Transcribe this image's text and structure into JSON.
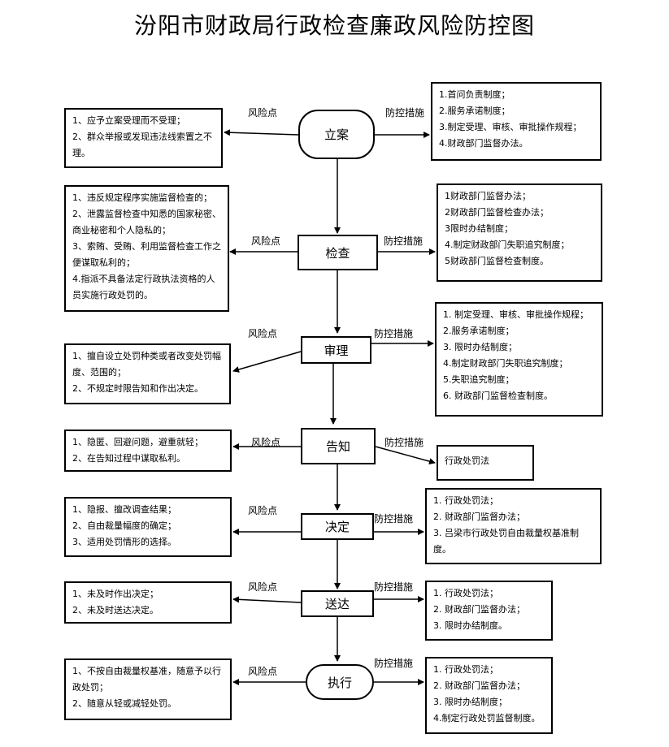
{
  "title": "汾阳市财政局行政检查廉政风险防控图",
  "labels": {
    "risk": "风险点",
    "control": "防控措施"
  },
  "steps": [
    {
      "name": "立案",
      "risks": [
        "1、应予立案受理而不受理；",
        "2、群众举报或发现违法线索置之不理。"
      ],
      "controls": [
        "1.首问负责制度；",
        "2.服务承诺制度；",
        "3.制定受理、审核、审批操作规程；",
        "4.财政部门监督办法。"
      ]
    },
    {
      "name": "检查",
      "risks": [
        "1、违反规定程序实施监督检查的；",
        "2、泄露监督检查中知悉的国家秘密、商业秘密和个人隐私的；",
        "3、索贿、受贿、利用监督检查工作之便谋取私利的；",
        "4.指派不具备法定行政执法资格的人员实施行政处罚的。"
      ],
      "controls": [
        "1财政部门监督办法；",
        "2财政部门监督检查办法；",
        "3限时办结制度；",
        "4.制定财政部门失职追究制度；",
        "5财政部门监督检查制度。"
      ]
    },
    {
      "name": "审理",
      "risks": [
        "1、擅自设立处罚种类或者改变处罚幅度、范围的；",
        "2、不规定时限告知和作出决定。"
      ],
      "controls": [
        "1. 制定受理、审核、审批操作规程；",
        "2.服务承诺制度；",
        "3. 限时办结制度；",
        "4.制定财政部门失职追究制度；",
        "5.失职追究制度；",
        "6. 财政部门监督检查制度。"
      ]
    },
    {
      "name": "告知",
      "risks": [
        "1、隐匿、回避问题，避重就轻；",
        "2、在告知过程中谋取私利。"
      ],
      "controls": [
        "行政处罚法"
      ]
    },
    {
      "name": "决定",
      "risks": [
        "1、隐报、擅改调查结果；",
        "2、自由裁量幅度的确定；",
        "3、适用处罚情形的选择。"
      ],
      "controls": [
        "1. 行政处罚法；",
        "2. 财政部门监督办法；",
        "3. 吕梁市行政处罚自由裁量权基准制度。"
      ]
    },
    {
      "name": "送达",
      "risks": [
        "1、未及时作出决定；",
        "2、未及时送达决定。"
      ],
      "controls": [
        "1. 行政处罚法；",
        "2. 财政部门监督办法；",
        "3. 限时办结制度。"
      ]
    },
    {
      "name": "执行",
      "risks": [
        "1、不按自由裁量权基准，随意予以行政处罚；",
        "2、随意从轻或减轻处罚。"
      ],
      "controls": [
        "1. 行政处罚法；",
        "2. 财政部门监督办法；",
        "3. 限时办结制度；",
        "4.制定行政处罚监督制度。"
      ]
    }
  ]
}
